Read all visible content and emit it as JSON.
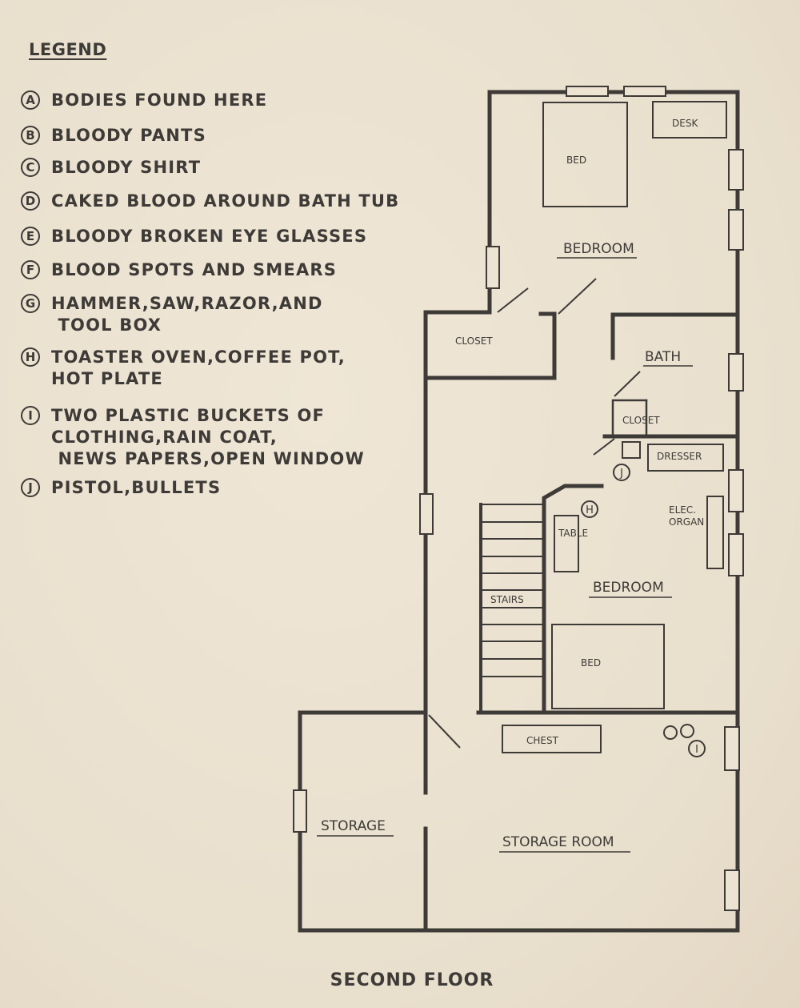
{
  "legend": {
    "title": "LEGEND",
    "items": [
      {
        "key": "A",
        "text": "BODIES FOUND HERE"
      },
      {
        "key": "B",
        "text": "BLOODY PANTS"
      },
      {
        "key": "C",
        "text": "BLOODY SHIRT"
      },
      {
        "key": "D",
        "text": "CAKED BLOOD AROUND BATH TUB"
      },
      {
        "key": "E",
        "text": "BLOODY BROKEN EYE GLASSES"
      },
      {
        "key": "F",
        "text": "BLOOD SPOTS AND SMEARS"
      },
      {
        "key": "G",
        "text": "HAMMER,SAW,RAZOR,AND\n TOOL BOX"
      },
      {
        "key": "H",
        "text": "TOASTER OVEN,COFFEE POT,\nHOT PLATE"
      },
      {
        "key": "I",
        "text": "TWO PLASTIC BUCKETS OF\nCLOTHING,RAIN COAT,\n NEWS PAPERS,OPEN WINDOW"
      },
      {
        "key": "J",
        "text": "PISTOL,BULLETS"
      }
    ]
  },
  "plan": {
    "desk": "DESK",
    "bed_top": "BED",
    "bedroom_top": "BEDROOM",
    "closet_left": "CLOSET",
    "bath": "BATH",
    "closet_bath": "CLOSET",
    "dresser": "DRESSER",
    "elec_organ_1": "ELEC.",
    "elec_organ_2": "ORGAN",
    "table": "TABLE",
    "stairs": "STAIRS",
    "bedroom_bottom": "BEDROOM",
    "bed_bottom": "BED",
    "chest": "CHEST",
    "storage": "STORAGE",
    "storage_room": "STORAGE ROOM",
    "marker_h": "H",
    "marker_j": "J",
    "marker_i": "I"
  },
  "caption": "SECOND FLOOR",
  "colors": {
    "ink": "#3d3a37",
    "paper": "#ede3d2"
  }
}
